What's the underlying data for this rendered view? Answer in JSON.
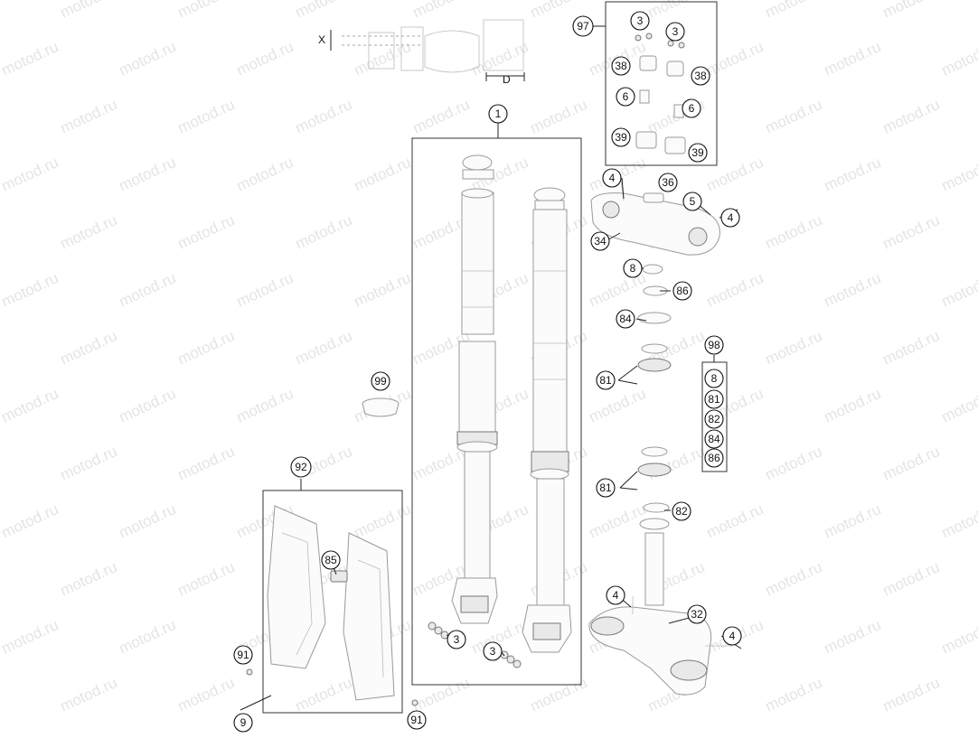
{
  "watermark": "motod.ru",
  "dimension_labels": {
    "x": "X",
    "d": "D"
  },
  "callouts": {
    "front_fork_assembly": "1",
    "screw_upper_clamp_left": "4",
    "screw_upper_clamp_right": "4",
    "screw_lower_clamp_left": "4",
    "screw_lower_clamp_right": "4",
    "screw_5": "5",
    "o_ring_8": "8",
    "upper_triple_clamp": "34",
    "steering_stem_nut": "36",
    "lower_triple_clamp": "32",
    "seal_86": "86",
    "ring_84": "84",
    "bearing_81_upper": "81",
    "bearing_81_lower": "81",
    "seal_82": "82",
    "cap_99": "99",
    "fork_guard_kit": "92",
    "clip_85": "85",
    "screw_91_left": "91",
    "screw_91_bottom": "91",
    "screw_9": "9",
    "nut_3_left": "3",
    "nut_3_right": "3",
    "clamp_kit": "97",
    "clamp_kit_nut_left": "3",
    "clamp_kit_nut_right": "3",
    "clamp_kit_38_left": "38",
    "clamp_kit_38_right": "38",
    "clamp_kit_6_left": "6",
    "clamp_kit_6_right": "6",
    "clamp_kit_39_left": "39",
    "clamp_kit_39_right": "39",
    "bearing_kit": "98",
    "bearing_kit_8": "8",
    "bearing_kit_81": "81",
    "bearing_kit_82": "82",
    "bearing_kit_84": "84",
    "bearing_kit_86": "86"
  }
}
